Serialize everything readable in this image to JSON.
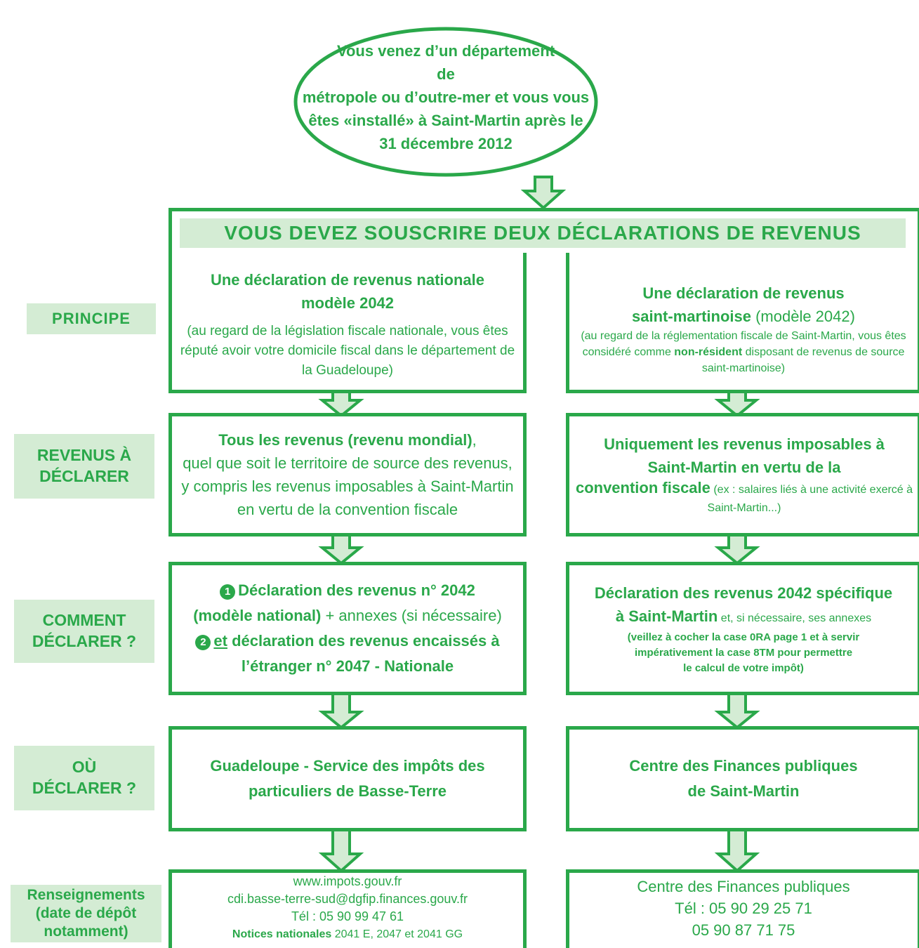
{
  "top": {
    "line1": "Vous venez d’un département de",
    "line2": "métropole ou d’outre-mer et vous vous",
    "line3": "êtes «installé» à Saint-Martin après le",
    "line4": "31 décembre 2012"
  },
  "banner": "VOUS DEVEZ SOUSCRIRE DEUX DÉCLARATIONS DE REVENUS",
  "rows": {
    "principe": {
      "label": "PRINCIPE",
      "left": {
        "title1": "Une déclaration de revenus nationale",
        "title2": "modèle 2042",
        "detail": "(au regard de la législation fiscale nationale, vous êtes réputé avoir votre domicile fiscal dans le département de la Guadeloupe)"
      },
      "right": {
        "title1": "Une déclaration de revenus",
        "title2": "saint-martinoise",
        "title2_suffix": " (modèle 2042)",
        "detail_a": "(au regard de la réglementation fiscale de Saint-Martin, vous êtes considéré comme ",
        "detail_b": "non-résident",
        "detail_c": " disposant de revenus de source saint-martinoise)"
      }
    },
    "revenus": {
      "label1": "REVENUS À",
      "label2": "DÉCLARER",
      "left": {
        "title": "Tous les revenus (revenu mondial)",
        "comma": ",",
        "detail": "quel que soit le territoire de source des revenus, y compris les revenus imposables à Saint-Martin en vertu de la convention fiscale"
      },
      "right": {
        "title1": "Uniquement les revenus imposables à",
        "title2": "Saint-Martin en vertu de la",
        "title3": "convention fiscale",
        "detail": " (ex : salaires liés à une activité exercé à Saint-Martin...)"
      }
    },
    "comment": {
      "label1": "COMMENT",
      "label2": "DÉCLARER ?",
      "left": {
        "n1": "1",
        "line1": "Déclaration des revenus n° 2042",
        "line2_bold": "(modèle national)",
        "line2_rest": " + annexes (si nécessaire)",
        "n2": "2",
        "line3_u": "et",
        "line3_rest": " déclaration des revenus encaissés à",
        "line4": "l’étranger n° 2047 - Nationale"
      },
      "right": {
        "line1": "Déclaration des revenus 2042 spécifique",
        "line2_bold": "à Saint-Martin",
        "line2_rest": " et, si nécessaire, ses annexes",
        "line3": "(veillez à cocher la case 0RA page 1 et à servir",
        "line4": "impérativement la case 8TM pour permettre",
        "line5": "le calcul de votre impôt)"
      }
    },
    "ou": {
      "label1": "OÙ",
      "label2": "DÉCLARER ?",
      "left": {
        "line1": "Guadeloupe - Service des impôts des",
        "line2": "particuliers de Basse-Terre"
      },
      "right": {
        "line1": "Centre des Finances publiques",
        "line2": "de Saint-Martin"
      }
    },
    "renseignements": {
      "label1": "Renseignements",
      "label2": "(date de dépôt",
      "label3": "notamment)",
      "left": {
        "link1": "www.impots.gouv.fr",
        "link2": "cdi.basse-terre-sud@dgfip.finances.gouv.fr",
        "tel": "Tél : 05 90 99 47 61",
        "notices_bold": "Notices nationales",
        "notices_rest": " 2041 E, 2047 et 2041 GG"
      },
      "right": {
        "line1": "Centre des Finances publiques",
        "line2": "Tél : 05 90 29 25 71",
        "line3": "05 90 87 71 75"
      }
    }
  },
  "colors": {
    "green": "#2aa84a",
    "light_green": "#d4ecd4"
  }
}
